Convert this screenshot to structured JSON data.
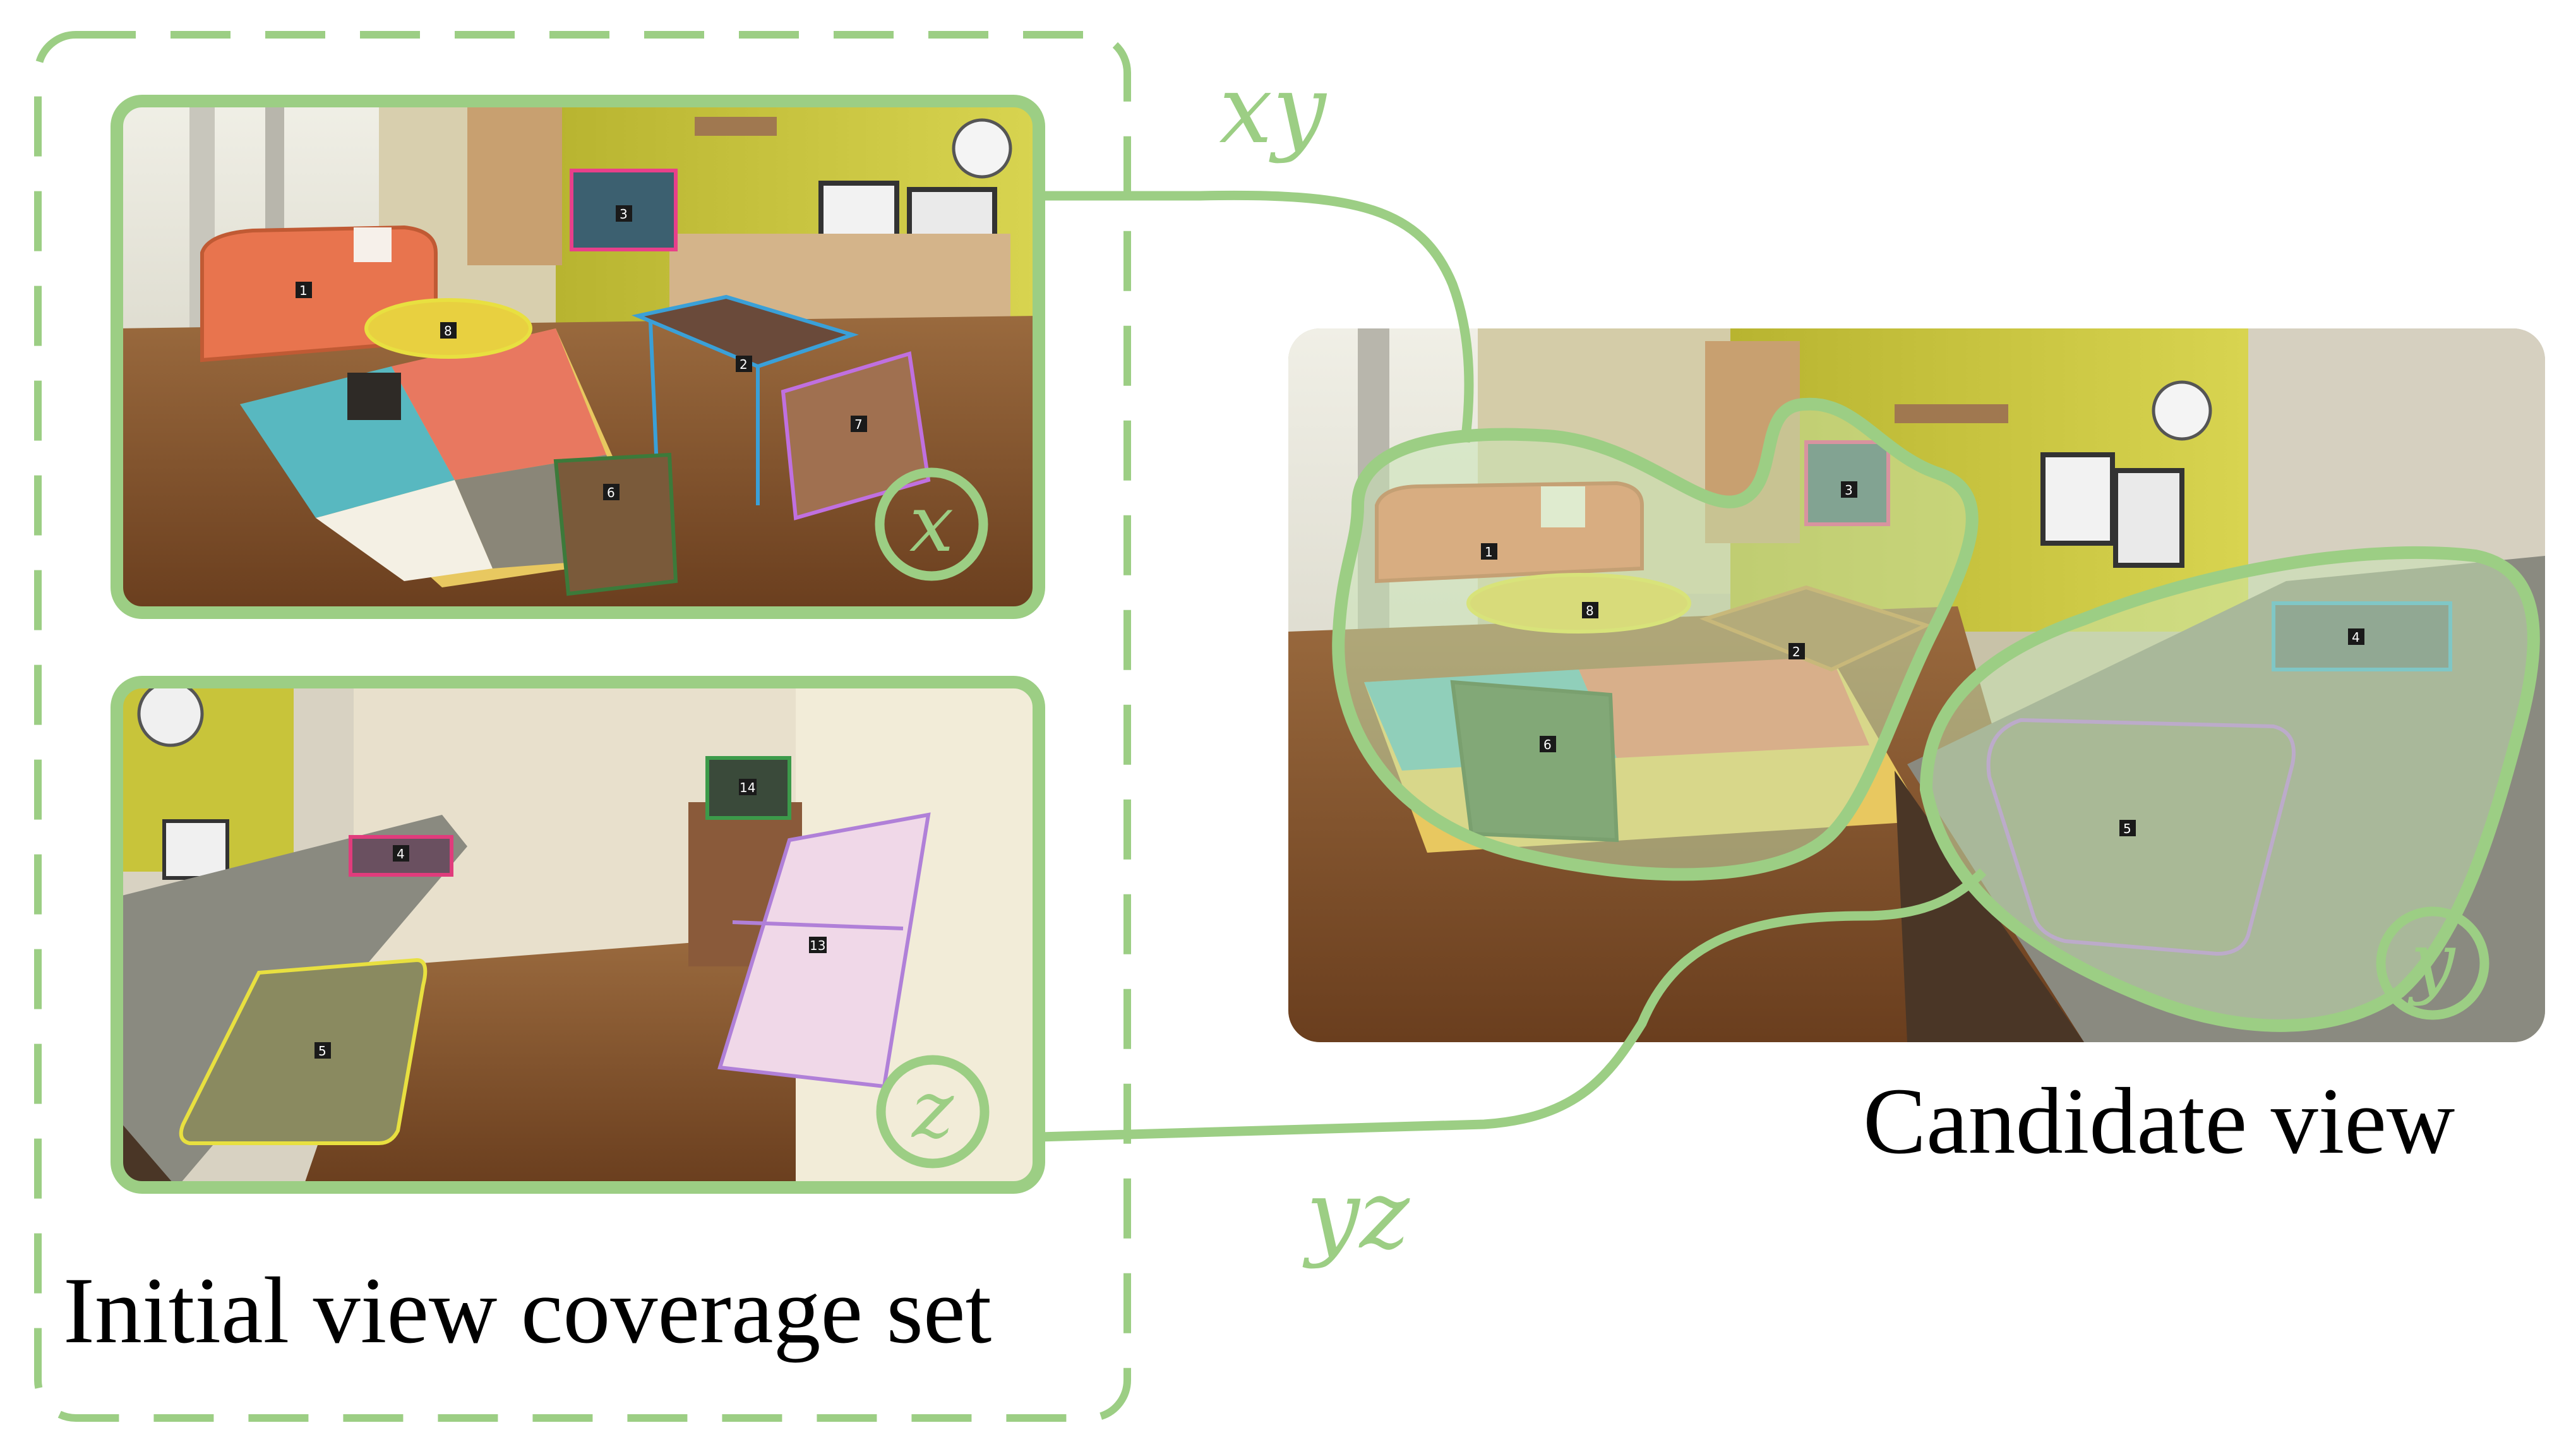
{
  "captions": {
    "initial": "Initial view coverage set",
    "candidate": "Candidate view"
  },
  "labels": {
    "x": "x",
    "z": "z",
    "y": "y",
    "xy": "xy",
    "yz": "yz"
  },
  "views": {
    "x": {
      "objects": [
        "1",
        "3",
        "2",
        "8",
        "7",
        "6"
      ]
    },
    "z": {
      "objects": [
        "14",
        "4",
        "13",
        "5"
      ]
    },
    "candidate": {
      "objects": [
        "1",
        "3",
        "8",
        "2",
        "4",
        "6",
        "5"
      ]
    }
  },
  "colors": {
    "accent_green": "#9cce84",
    "fill_green": "#c8e6b4",
    "sofa": "#e8744e",
    "table_blue": "#3aa0d8",
    "table_yellow": "#e8e040",
    "chair_purple": "#c070e0",
    "chair_green": "#3c7a3a",
    "tv_pink": "#e8408a",
    "cooktop_pink": "#e03c7c",
    "cooktop_blue": "#38a8d8",
    "sink_yellow": "#e8e040",
    "sink_purple": "#b070e0",
    "fridge_purple": "#b080d8",
    "microwave_green": "#3c9a4a",
    "wall_yellow": "#c8c43a",
    "floor_wood": "#7a4a2a"
  }
}
